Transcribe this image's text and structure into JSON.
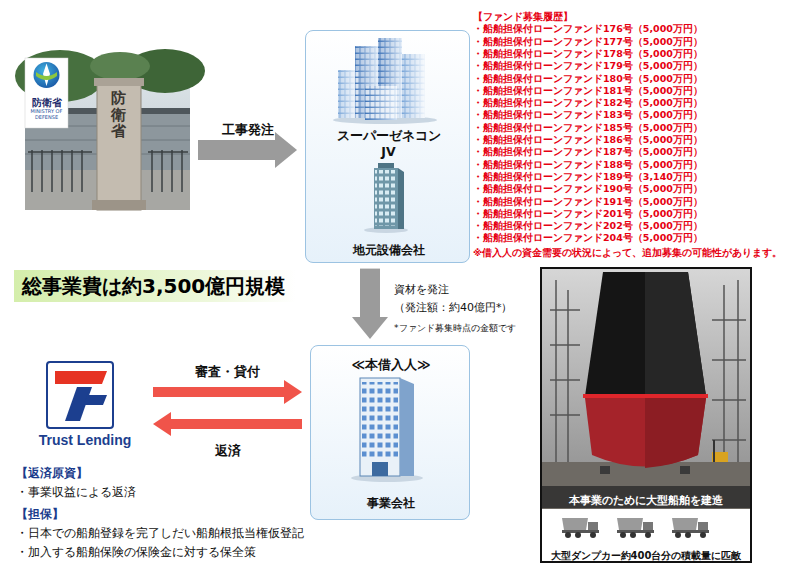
{
  "diagram": {
    "nodes": [
      {
        "text": [
          "防衛省",
          "MINISTRY OF DEFENSE",
          "防衛省"
        ]
      },
      {
        "text": [
          "スーパーゼネコン JV",
          "地元設備会社"
        ]
      },
      {
        "text": [
          "≪本借入人≫",
          "事業会社"
        ]
      },
      {
        "text": [
          "Trust Lending"
        ]
      }
    ],
    "edges": [
      {
        "from": 0,
        "to": 1,
        "label": "工事発注",
        "arrow": "to"
      },
      {
        "from": 1,
        "to": 2,
        "label": "資材を発注",
        "arrow": "to"
      },
      {
        "from": 3,
        "to": 2,
        "label": "審査・貸付",
        "arrow": "to"
      },
      {
        "from": 2,
        "to": 3,
        "label": "返済",
        "arrow": "to"
      }
    ],
    "labels": [
      "【ファンド募集履歴】",
      "・船舶担保付ローンファンド176号（5,000万円）",
      "・船舶担保付ローンファンド177号（5,000万円）",
      "・船舶担保付ローンファンド178号（5,000万円）",
      "・船舶担保付ローンファンド179号（5,000万円）",
      "・船舶担保付ローンファンド180号（5,000万円）",
      "・船舶担保付ローンファンド181号（5,000万円）",
      "・船舶担保付ローンファンド182号（5,000万円）",
      "・船舶担保付ローンファンド183号（5,000万円）",
      "・船舶担保付ローンファンド185号（5,000万円）",
      "・船舶担保付ローンファンド186号（5,000万円）",
      "・船舶担保付ローンファンド187号（5,000万円）",
      "・船舶担保付ローンファンド188号（5,000万円）",
      "・船舶担保付ローンファンド189号（3,140万円）",
      "・船舶担保付ローンファンド190号（5,000万円）",
      "・船舶担保付ローンファンド191号（5,000万円）",
      "・船舶担保付ローンファンド201号（5,000万円）",
      "・船舶担保付ローンファンド202号（5,000万円）",
      "・船舶担保付ローンファンド204号（5,000万円）",
      "※借入人の資金需要の状況によって、追加募集の可能性があります。",
      "総事業費は約3,500億円規模",
      "（発注額：約40億円*）",
      "*ファンド募集時点の金額です",
      "【返済原資】",
      "・事業収益による返済",
      "【担保】",
      "・日本での船舶登録を完了しだい船舶根抵当権仮登記",
      "・加入する船舶保険の保険金に対する保全策",
      "本事業のために大型船舶を建造",
      "大型ダンプカー約400台分の積載量に匹敵"
    ]
  }
}
